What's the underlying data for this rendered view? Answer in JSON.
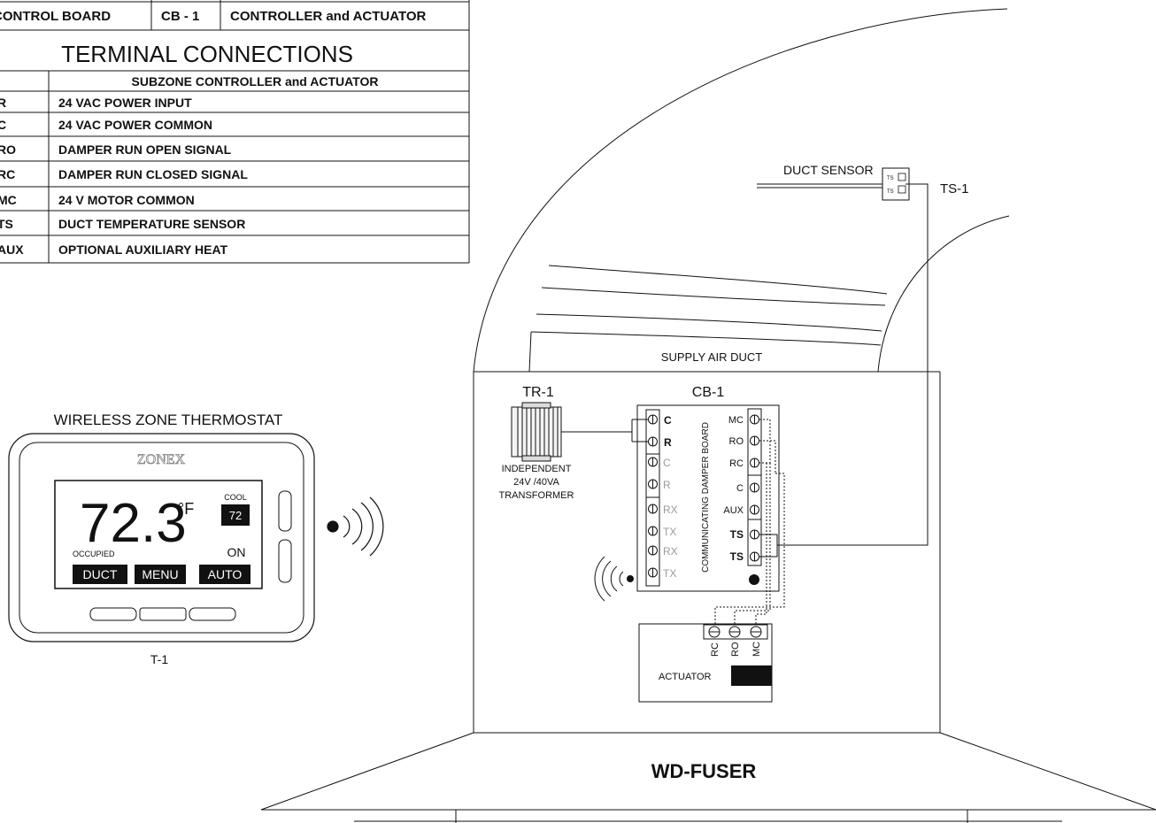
{
  "header_table": {
    "col1": "CONTROL BOARD",
    "col2": "CB - 1",
    "col3": "CONTROLLER and ACTUATOR"
  },
  "terminal_table": {
    "title": "TERMINAL CONNECTIONS",
    "subheader": "SUBZONE CONTROLLER and ACTUATOR",
    "rows": [
      {
        "term": "R",
        "desc": "24 VAC POWER INPUT"
      },
      {
        "term": "C",
        "desc": "24 VAC POWER COMMON"
      },
      {
        "term": "RO",
        "desc": "DAMPER RUN OPEN SIGNAL"
      },
      {
        "term": "RC",
        "desc": "DAMPER RUN CLOSED SIGNAL"
      },
      {
        "term": "MC",
        "desc": "24 V MOTOR COMMON"
      },
      {
        "term": "TS",
        "desc": "DUCT TEMPERATURE SENSOR"
      },
      {
        "term": "AUX",
        "desc": "OPTIONAL AUXILIARY HEAT"
      }
    ]
  },
  "thermostat": {
    "title": "WIRELESS ZONE THERMOSTAT",
    "brand": "ZONEX",
    "temp": "72.3",
    "unit": "°F",
    "mode": "COOL",
    "setpoint": "72",
    "status": "OCCUPIED",
    "fan": "ON",
    "buttons": [
      "DUCT",
      "MENU",
      "AUTO"
    ],
    "tag": "T-1"
  },
  "duct_sensor": {
    "label": "DUCT SENSOR",
    "pin1": "TS",
    "pin2": "TS",
    "tag": "TS-1"
  },
  "supply_duct": "SUPPLY AIR DUCT",
  "transformer": {
    "tag": "TR-1",
    "line1": "INDEPENDENT",
    "line2": "24V /40VA",
    "line3": "TRANSFORMER"
  },
  "board": {
    "tag": "CB-1",
    "vertical_label": "COMMUNICATING DAMPER BOARD",
    "left_terminals": [
      "C",
      "R",
      "C",
      "R",
      "RX",
      "TX",
      "RX",
      "TX"
    ],
    "right_terminals": [
      "MC",
      "RO",
      "RC",
      "C",
      "AUX",
      "TS",
      "TS"
    ]
  },
  "actuator": {
    "label": "ACTUATOR",
    "terminals": [
      "RC",
      "RO",
      "MC"
    ]
  },
  "diffuser": "WD-FUSER"
}
